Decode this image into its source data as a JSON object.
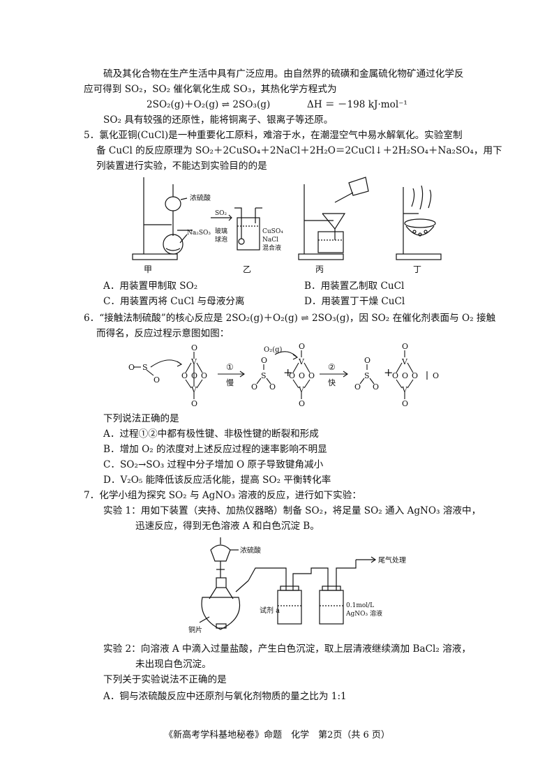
{
  "intro": {
    "l1": "硫及其化合物在生产生活中具有广泛应用。由自然界的硫磺和金属硫化物矿通过化学反",
    "l2": "应可得到 SO₂，SO₂ 催化氧化生成 SO₃，其热化学方程式为",
    "eq": "2SO₂(g)＋O₂(g) ⇌ 2SO₃(g)",
    "dh": "ΔH ＝ －198 kJ·mol⁻¹",
    "l3": "SO₂ 具有较强的还原性，能将铜离子、银离子等还原。"
  },
  "q5": {
    "l1": "5．氯化亚铜(CuCl)是一种重要化工原料，难溶于水，在潮湿空气中易水解氧化。实验室制",
    "l2": "备 CuCl 的反应原理为 SO₂＋2CuSO₄＋2NaCl＋2H₂O＝2CuCl↓＋2H₂SO₄＋Na₂SO₄，用下",
    "l3": "列装置进行实验，不能达到实验目的的是",
    "fig": {
      "jia_acid": "浓硫酸",
      "jia_salt": "Na₂SO₃",
      "yi_gas": "SO₂",
      "yi_foam": "玻璃",
      "yi_foam2": "球泡",
      "yi_sol1": "CuSO₄",
      "yi_sol2": "NaCl",
      "yi_sol3": "混合液",
      "cap_jia": "甲",
      "cap_yi": "乙",
      "cap_bing": "丙",
      "cap_ding": "丁"
    },
    "optA": "A．用装置甲制取 SO₂",
    "optB": "B．用装置乙制取 CuCl",
    "optC": "C．用装置丙将 CuCl 与母液分离",
    "optD": "D．用装置丁干燥 CuCl"
  },
  "q6": {
    "l1": "6．“接触法制硫酸”的核心反应是 2SO₂(g)＋O₂(g) ⇌ 2SO₃(g)，因 SO₂ 在催化剂表面与 O₂ 接触",
    "l2": "而得名，反应过程示意图如图：",
    "fig": {
      "step1": "①",
      "slow": "慢",
      "step2": "②",
      "fast": "快",
      "o2": "O₂(g)"
    },
    "stem": "下列说法正确的是",
    "optA": "A．过程①②中都有极性键、非极性键的断裂和形成",
    "optB": "B．增加 O₂ 的浓度对上述反应过程的速率影响不明显",
    "optC": "C．SO₂→SO₃ 过程中分子增加 O 原子导致键角减小",
    "optD": "D．V₂O₅ 能降低该反应活化能，提高 SO₂ 平衡转化率"
  },
  "q7": {
    "l1": "7．化学小组为探究 SO₂ 与 AgNO₃ 溶液的反应，进行如下实验：",
    "e1a": "实验 1：用如下装置（夹持、加热仪器略）制备 SO₂，将足量 SO₂ 通入 AgNO₃ 溶液中，",
    "e1b": "迅速反应，得到无色溶液 A 和白色沉淀 B。",
    "fig": {
      "acid": "浓硫酸",
      "cu": "铜片",
      "tail": "尾气处理",
      "reagent": "试剂 a",
      "ag1": "0.1mol/L",
      "ag2": "AgNO₃ 溶液"
    },
    "e2a": "实验 2：向溶液 A 中滴入过量盐酸，产生白色沉淀，取上层清液继续滴加 BaCl₂ 溶液，",
    "e2b": "未出现白色沉淀。",
    "stem": "下列关于实验说法不正确的是",
    "optA": "A．铜与浓硫酸反应中还原剂与氧化剂物质的量之比为 1:1"
  },
  "footer": "《新高考学科基地秘卷》命题　化学　第2页（共 6 页）"
}
